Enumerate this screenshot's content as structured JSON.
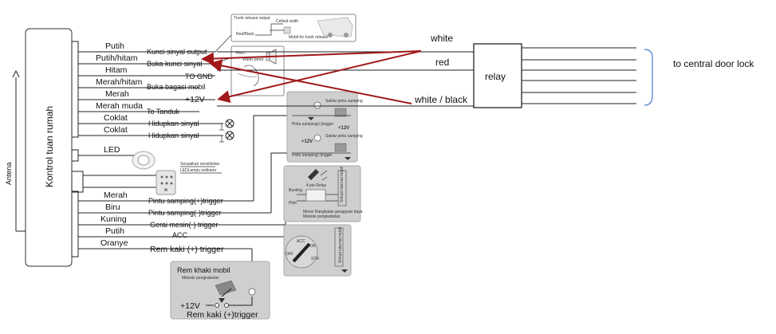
{
  "controller": {
    "label": "Kontrol tuan rumah",
    "antenna": "Antena"
  },
  "wires": [
    {
      "color": "Putih",
      "function": "Kunci sinyal output"
    },
    {
      "color": "Putih/hitam",
      "function": "Buka kunci sinyal"
    },
    {
      "color": "Hitam",
      "function": "TO GND"
    },
    {
      "color": "Merah/hitam",
      "function": "Buka bagasi mobil"
    },
    {
      "color": "Merah",
      "function": "+12V"
    },
    {
      "color": "Merah muda",
      "function": "To Tanduk"
    },
    {
      "color": "Coklat",
      "function": "Hidupkan sinyal"
    },
    {
      "color": "Coklat",
      "function": "Hidupkan sinyal"
    }
  ],
  "led": {
    "label": "LED",
    "sensitivity": "Sesuaikan sensitivitas",
    "indicator": "LEDLampu indikator"
  },
  "wires2": [
    {
      "color": "Merah",
      "function": "Pintu samping(+)trigger"
    },
    {
      "color": "Biru",
      "function": "Pintu samping(-)trigger"
    },
    {
      "color": "Kuning",
      "function": "Gerai mesin(-) trigger"
    },
    {
      "color": "Putih",
      "function": "ACC"
    },
    {
      "color": "Oranye",
      "function": "Rem kaki (+) trigger"
    }
  ],
  "trunk_box": {
    "title": "Trunk release output",
    "solenoid": "Celloid swith",
    "wire": "Red/Black",
    "note": "Mobil for trunk release"
  },
  "horn_box": {
    "horn": "Horn",
    "waterproof": "Water-proof"
  },
  "door_box": {
    "switch1": "Saklar pintu samping",
    "trigger_pos": "Pintu samping(+)trigger",
    "v12a": "+12V",
    "v12b": "+12V",
    "switch2": "Saklar pintu samping",
    "trigger_neg": "Pintu samping(-)trigger"
  },
  "relay_box": {
    "relay": "4 pin Relay",
    "bunting": "Bunting",
    "pilot": "Pilot",
    "caption1": "Mesin Rangkaian gangguan daya",
    "caption2": "Metode pengkabelan",
    "side": "Sirkuit internal mobil"
  },
  "ign_box": {
    "side": "Sirkuit internal mobil",
    "a": "ACC",
    "b": "ON",
    "c": "STR",
    "d": "OFF"
  },
  "brake_box": {
    "title": "Rem khaki mobil",
    "subtitle": "Metode pengkabelan",
    "v12": "+12V",
    "caption": "Rem kaki (+)trigger"
  },
  "relay": {
    "label": "relay",
    "in1": "white",
    "in2": "red",
    "in3": "white / black",
    "out": "to central door lock"
  }
}
